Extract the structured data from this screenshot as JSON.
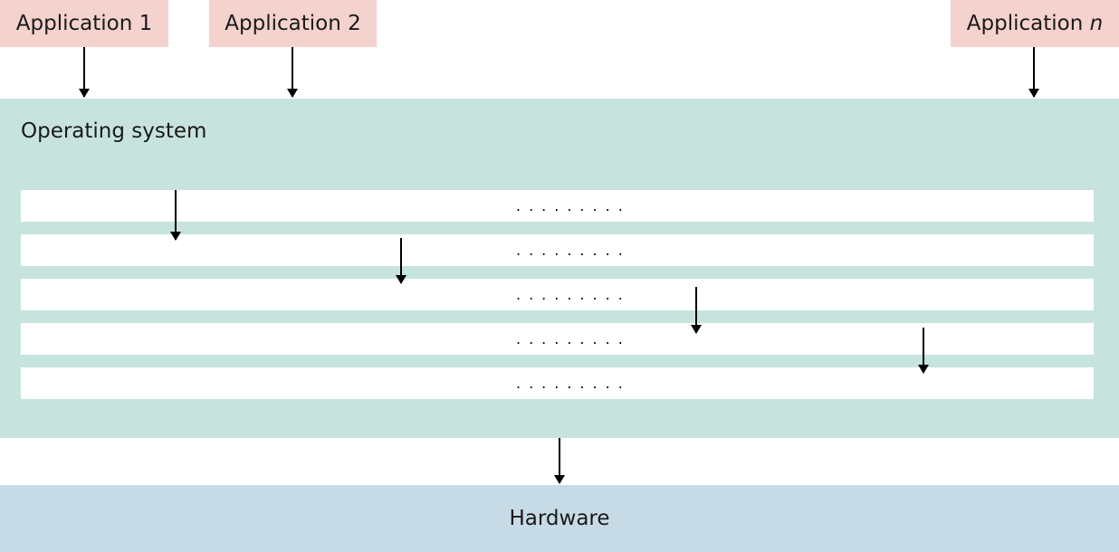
{
  "applications": [
    {
      "label": "Application 1",
      "suffix": ""
    },
    {
      "label": "Application 2",
      "suffix": ""
    },
    {
      "label": "Application ",
      "suffix": "n"
    }
  ],
  "os": {
    "label": "Operating system",
    "layers": [
      {
        "dots": "........."
      },
      {
        "dots": "........."
      },
      {
        "dots": "........."
      },
      {
        "dots": "........."
      },
      {
        "dots": "........."
      }
    ]
  },
  "hardware": {
    "label": "Hardware"
  },
  "colors": {
    "application_fill": "#f4d2cd",
    "os_fill": "#c6e4dd",
    "layer_fill": "#ffffff",
    "hardware_fill": "#c7dbe6",
    "arrow": "#000000"
  }
}
